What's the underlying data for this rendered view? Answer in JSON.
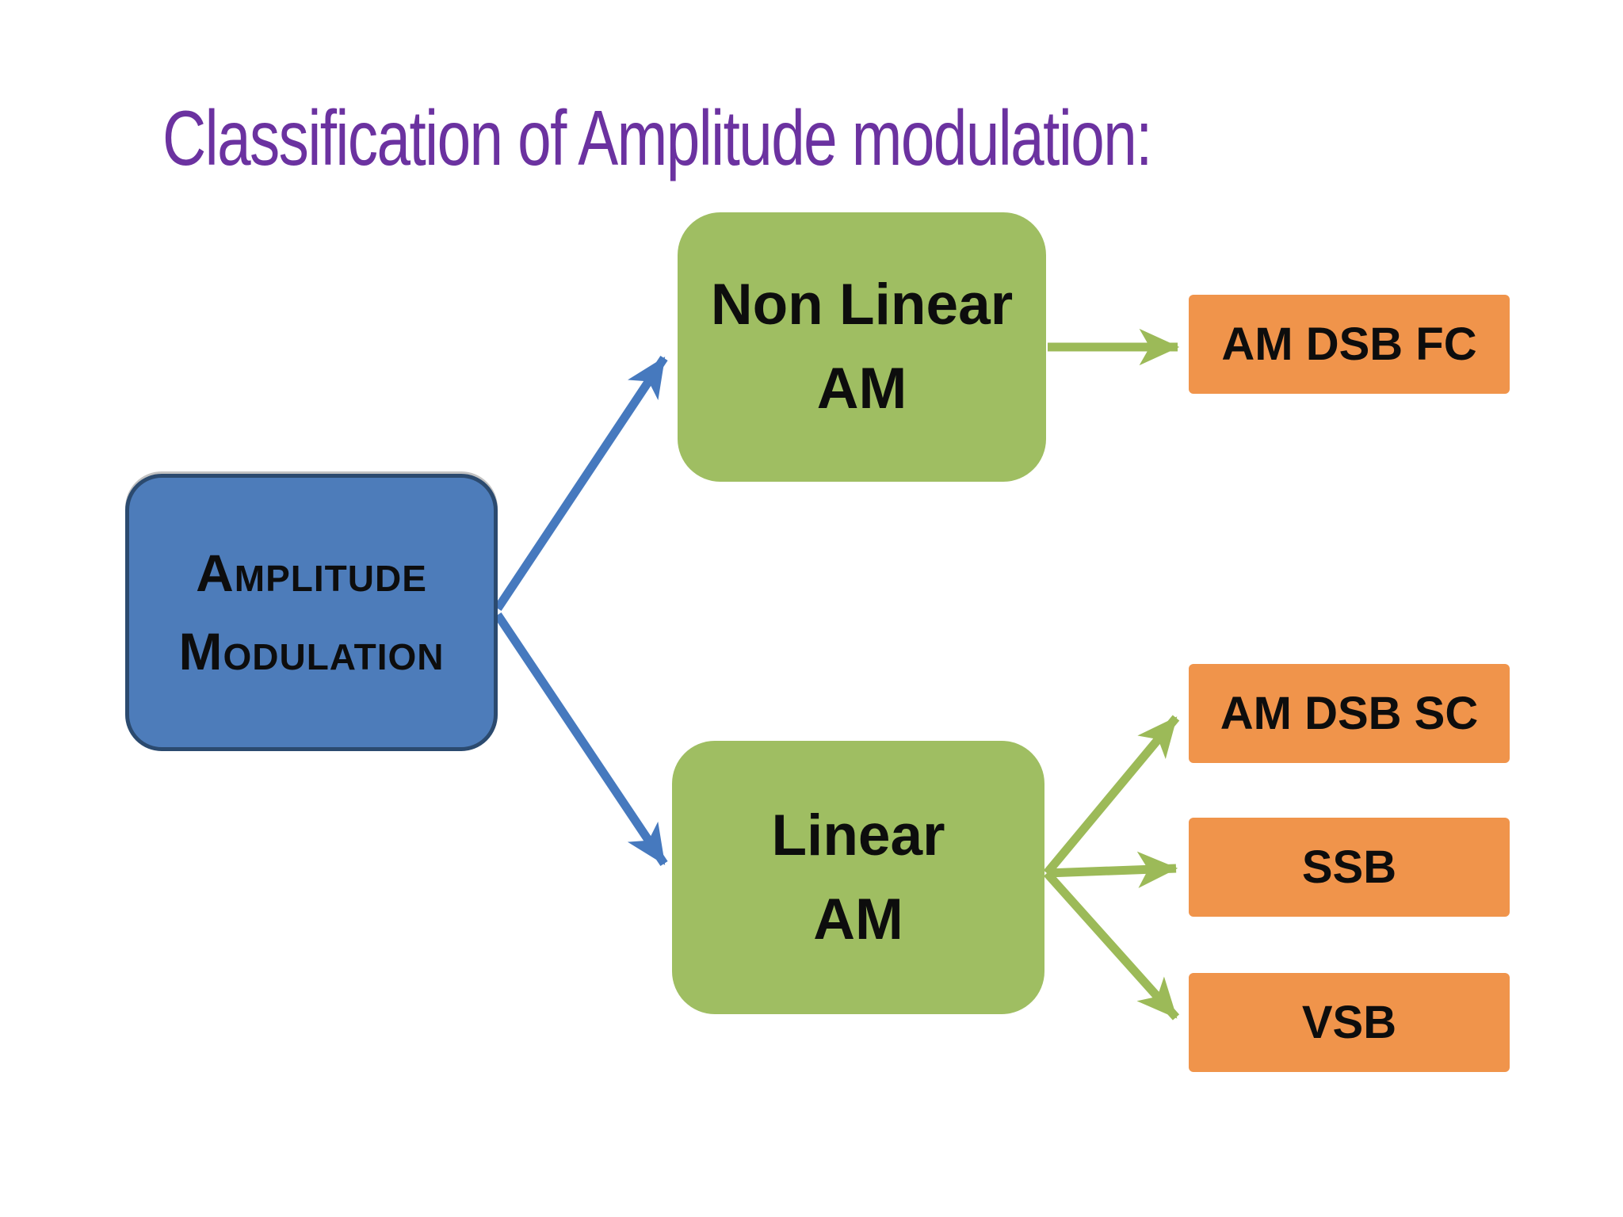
{
  "slide": {
    "title": "Classification of Amplitude modulation:"
  },
  "colors": {
    "title_text": "#6B32A0",
    "node_text": "#0D0D0D",
    "root_fill": "#4D7CBA",
    "root_border": "#2B4A6F",
    "branch_fill": "#9FBE62",
    "leaf_fill": "#F0944B",
    "arrow_blue": "#4679BE",
    "arrow_green": "#9CBA58"
  },
  "nodes": {
    "root": {
      "line1": "Amplitude",
      "line2": "Modulation"
    },
    "branch_nonlinear": {
      "line1": "Non Linear",
      "line2": "AM"
    },
    "branch_linear": {
      "line1": "Linear",
      "line2": "AM"
    },
    "leaf_am_dsb_fc": {
      "label": "AM DSB FC"
    },
    "leaf_am_dsb_sc": {
      "label": "AM DSB SC"
    },
    "leaf_ssb": {
      "label": "SSB"
    },
    "leaf_vsb": {
      "label": "VSB"
    }
  }
}
